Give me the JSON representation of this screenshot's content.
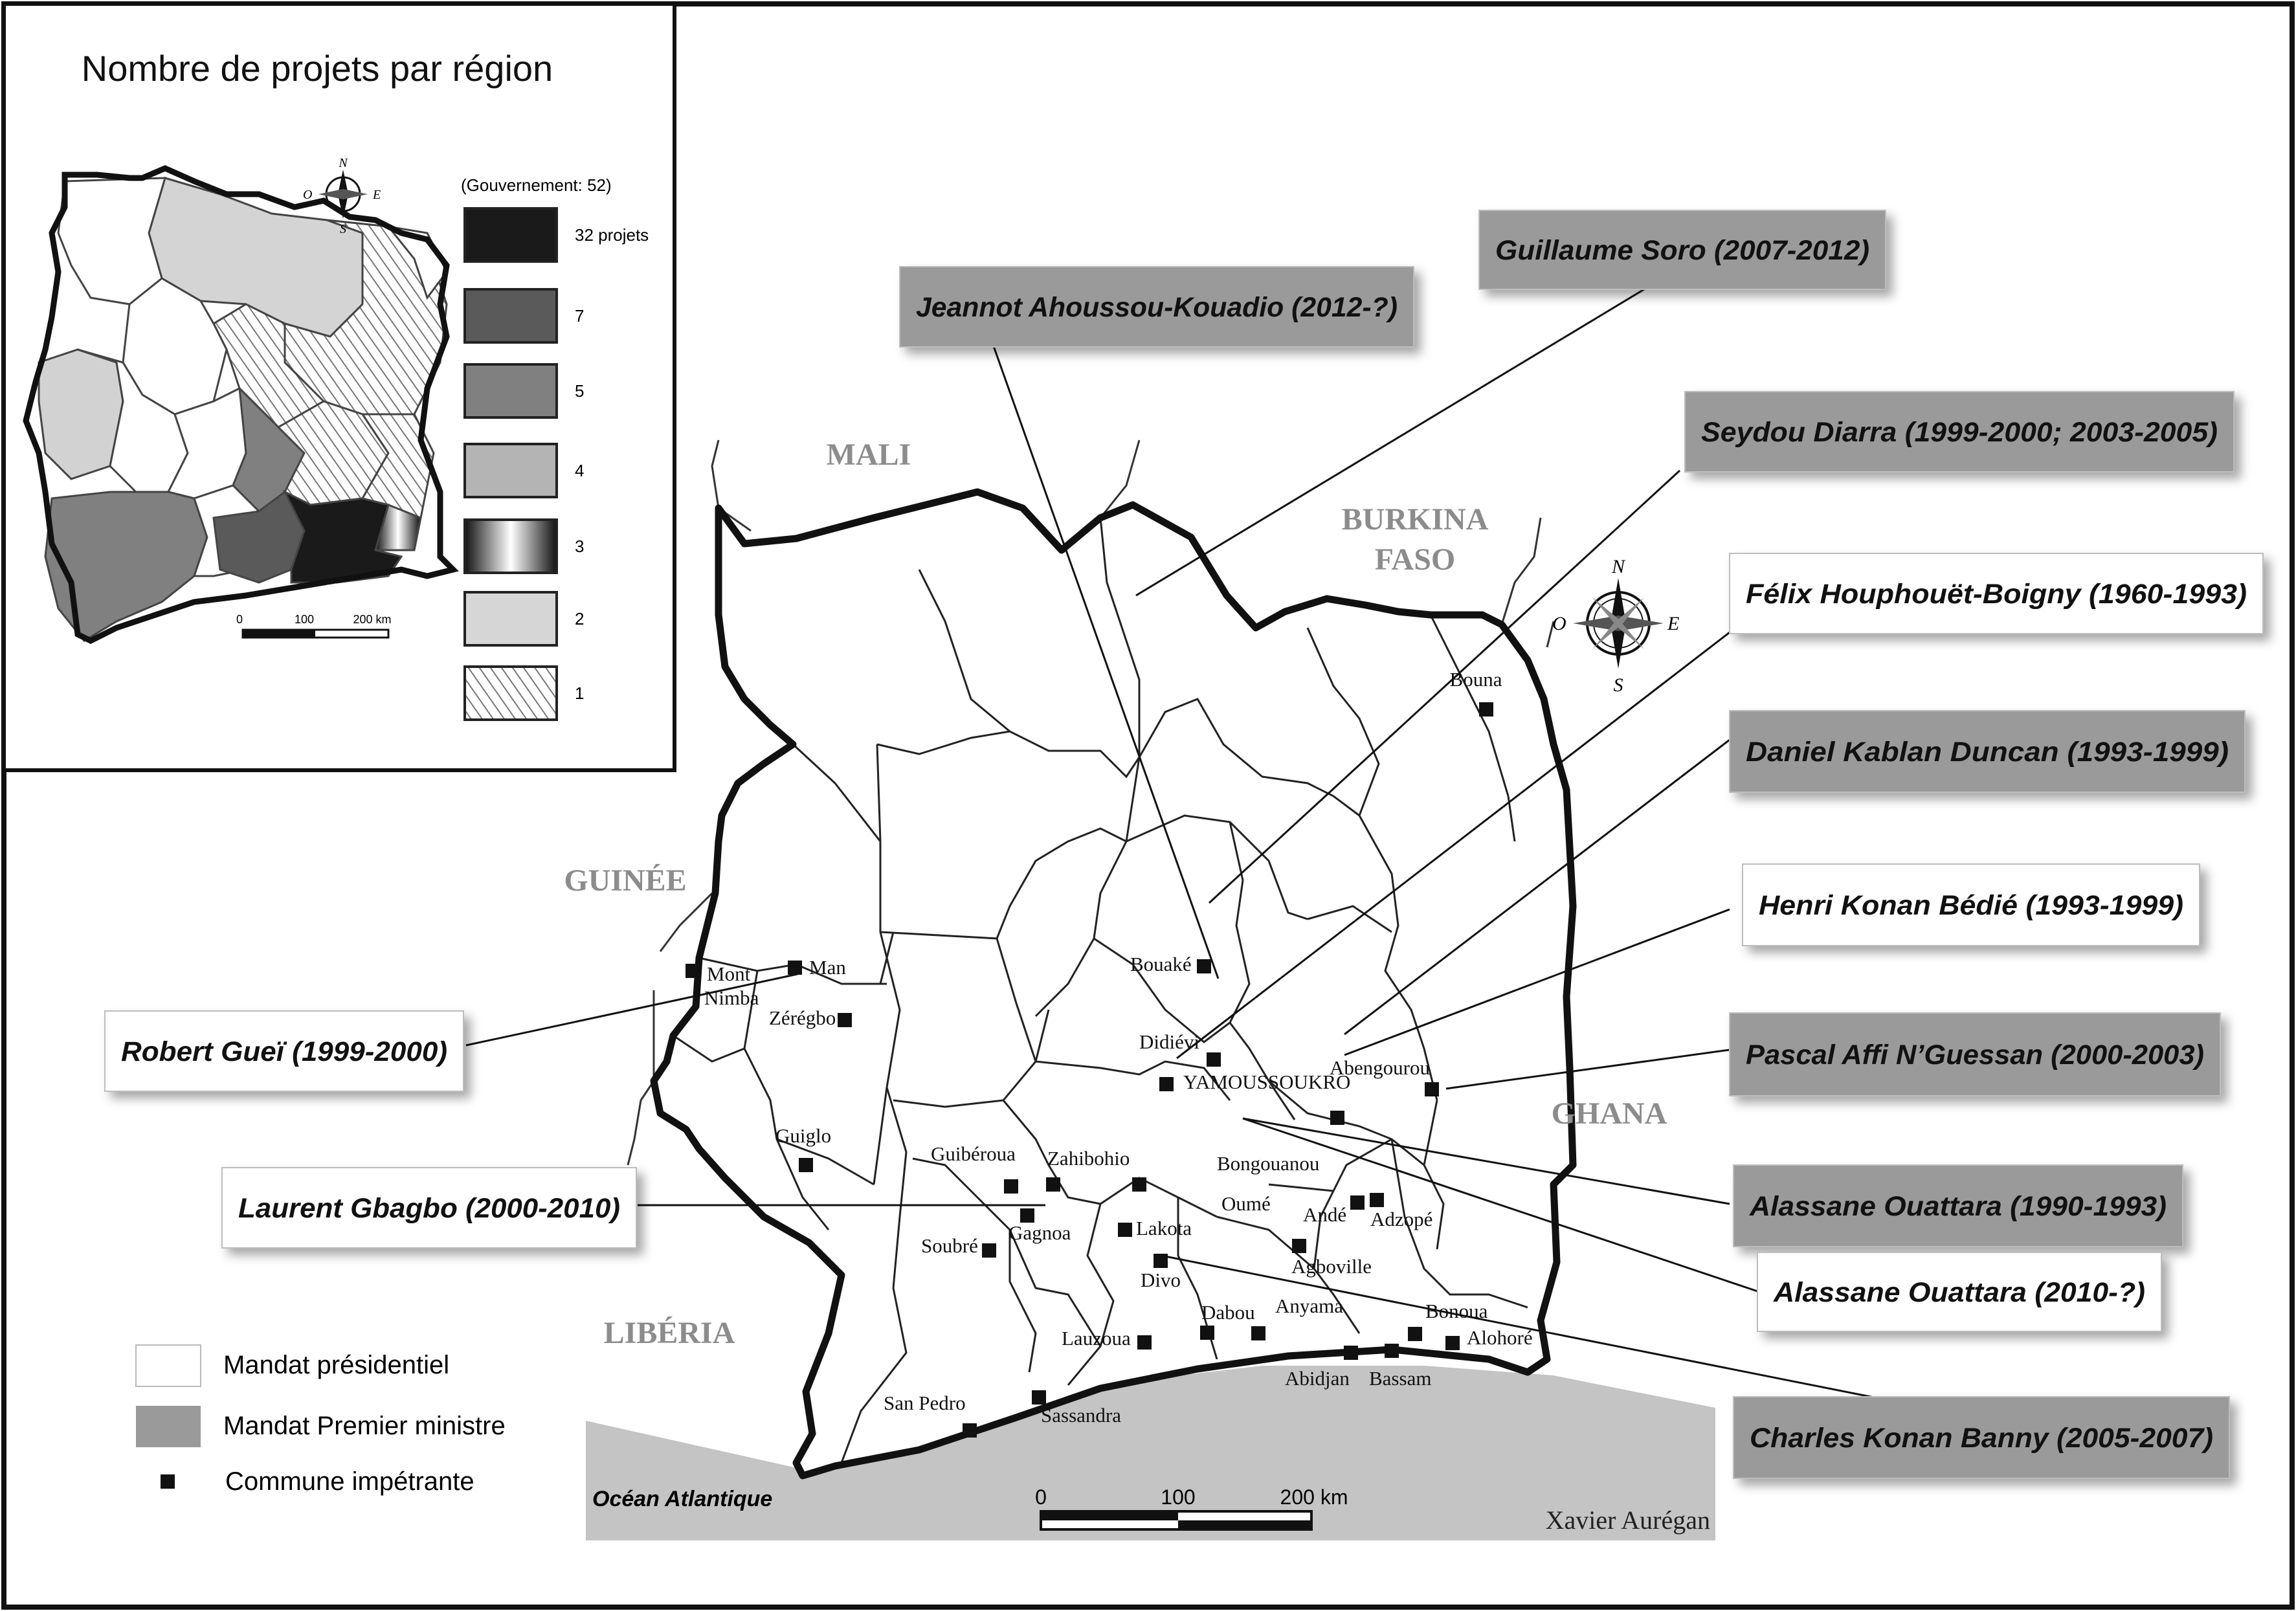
{
  "inset": {
    "title": "Nombre de projets par région",
    "legend_header": "(Gouvernement: 52)",
    "classes": [
      {
        "label": "32 projets",
        "fill": "#1a1a1a"
      },
      {
        "label": "7",
        "fill": "#5a5a5a"
      },
      {
        "label": "5",
        "fill": "#808080"
      },
      {
        "label": "4",
        "fill": "#b4b4b4"
      },
      {
        "label": "3",
        "fill": "gradient"
      },
      {
        "label": "2",
        "fill": "#d6d6d6"
      },
      {
        "label": "1",
        "fill": "hatch"
      }
    ],
    "scale": {
      "zero": "0",
      "mid": "100",
      "end": "200 km"
    },
    "compass": {
      "n": "N",
      "s": "S",
      "e": "E",
      "o": "O"
    }
  },
  "countries": {
    "mali": "MALI",
    "burkina1": "BURKINA",
    "burkina2": "FASO",
    "guinee": "GUINÉE",
    "liberia": "LIBÉRIA",
    "ghana": "GHANA"
  },
  "ocean": "Océan Atlantique",
  "cities": {
    "bouna": "Bouna",
    "man": "Man",
    "mont_nimba_1": "Mont",
    "mont_nimba_2": "Nimba",
    "zeregbo": "Zérégbo",
    "bouake": "Bouaké",
    "didievi": "Didiévi",
    "yamoussoukro": "YAMOUSSOUKRO",
    "abengourou": "Abengourou",
    "bongouanou": "Bongouanou",
    "guiglo": "Guiglo",
    "guiberoua": "Guibéroua",
    "zahibohio": "Zahibohio",
    "oume": "Oumé",
    "ande": "Andé",
    "adzope": "Adzopé",
    "lakota": "Lakota",
    "gagnoa": "Gagnoa",
    "soubre": "Soubré",
    "agboville": "Agboville",
    "divo": "Divo",
    "anyama": "Anyama",
    "dabou": "Dabou",
    "bonoua": "Bonoua",
    "alohore": "Alohoré",
    "lauzoua": "Lauzoua",
    "abidjan": "Abidjan",
    "bassam": "Bassam",
    "san_pedro": "San Pedro",
    "sassandra": "Sassandra"
  },
  "callouts": [
    {
      "id": "soro",
      "label": "Guillaume Soro (2007-2012)",
      "type": "pm"
    },
    {
      "id": "ahoussou",
      "label": "Jeannot Ahoussou-Kouadio (2012-?)",
      "type": "pm"
    },
    {
      "id": "diarra",
      "label": "Seydou Diarra (1999-2000; 2003-2005)",
      "type": "pm"
    },
    {
      "id": "houphouet",
      "label": "Félix Houphouët-Boigny (1960-1993)",
      "type": "pres"
    },
    {
      "id": "duncan",
      "label": "Daniel Kablan Duncan (1993-1999)",
      "type": "pm"
    },
    {
      "id": "bedie",
      "label": "Henri Konan Bédié (1993-1999)",
      "type": "pres"
    },
    {
      "id": "affi",
      "label": "Pascal Affi N’Guessan (2000-2003)",
      "type": "pm"
    },
    {
      "id": "ouattara_pm",
      "label": "Alassane Ouattara (1990-1993)",
      "type": "pm"
    },
    {
      "id": "ouattara_pres",
      "label": "Alassane Ouattara (2010-?)",
      "type": "pres"
    },
    {
      "id": "banny",
      "label": "Charles Konan Banny (2005-2007)",
      "type": "pm"
    },
    {
      "id": "guei",
      "label": "Robert Gueï (1999-2000)",
      "type": "pres"
    },
    {
      "id": "gbagbo",
      "label": "Laurent Gbagbo (2000-2010)",
      "type": "pres"
    }
  ],
  "legend": {
    "presidential": "Mandat présidentiel",
    "pm": "Mandat Premier ministre",
    "commune": "Commune impétrante"
  },
  "scale": {
    "zero": "0",
    "mid": "100",
    "end": "200 km"
  },
  "compass": {
    "n": "N",
    "s": "S",
    "e": "E",
    "o": "O"
  },
  "author": "Xavier Aurégan",
  "colors": {
    "pm_box": "#9a9a9a",
    "pres_box": "#ffffff",
    "ocean": "#c4c4c4",
    "ink": "#111111"
  }
}
